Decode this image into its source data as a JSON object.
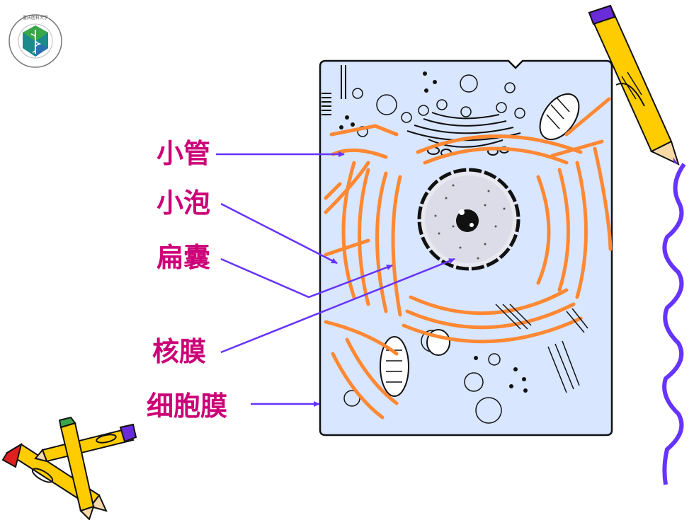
{
  "logo": {
    "text": "重庆医科大学 ChongQing Medical University",
    "colors": {
      "teal": "#1b8a8a",
      "green": "#3aa64a",
      "ring": "#666666"
    }
  },
  "labels": [
    {
      "id": "tubule",
      "text": "小管"
    },
    {
      "id": "vesicle",
      "text": "小泡"
    },
    {
      "id": "cisterna",
      "text": "扁囊"
    },
    {
      "id": "nuclear-envelope",
      "text": "核膜"
    },
    {
      "id": "plasma-membrane",
      "text": "细胞膜"
    }
  ],
  "colors": {
    "label": "#cc0077",
    "arrow": "#6633ff",
    "cell_fill": "#d8e6ff",
    "er": "#ff8833",
    "wavy_line": "#6633ff",
    "pencil_yellow": "#ffcc00",
    "pencil_purple": "#6a2bd9"
  }
}
